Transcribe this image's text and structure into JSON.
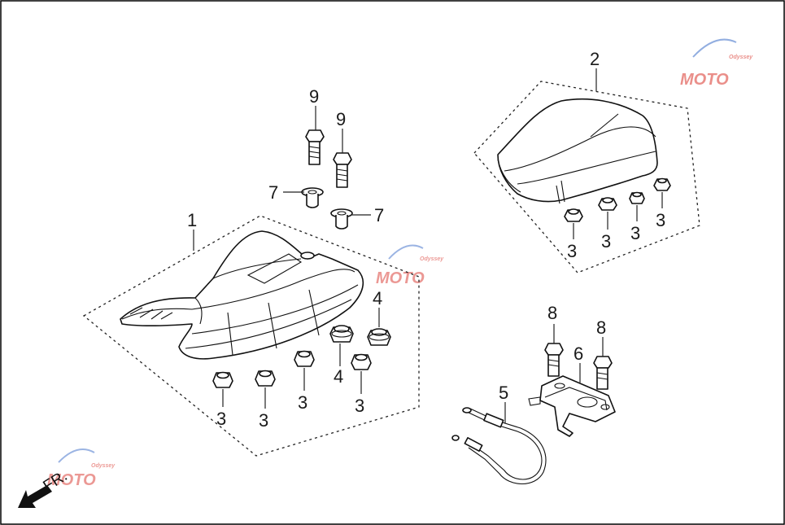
{
  "callouts": {
    "c1": "1",
    "c2": "2",
    "c3a": "3",
    "c3b": "3",
    "c3c": "3",
    "c3d": "3",
    "c3e": "3",
    "c3f": "3",
    "c3g": "3",
    "c3h": "3",
    "c4a": "4",
    "c4b": "4",
    "c5": "5",
    "c6": "6",
    "c7a": "7",
    "c7b": "7",
    "c8a": "8",
    "c8b": "8",
    "c9a": "9",
    "c9b": "9"
  },
  "direction": {
    "label": "FR."
  },
  "watermark": {
    "text": "MOTO",
    "subtext": "Odyssey"
  },
  "colors": {
    "line": "#111111",
    "watermark_red": "#d9342b",
    "watermark_blue": "#3a6cc8"
  }
}
